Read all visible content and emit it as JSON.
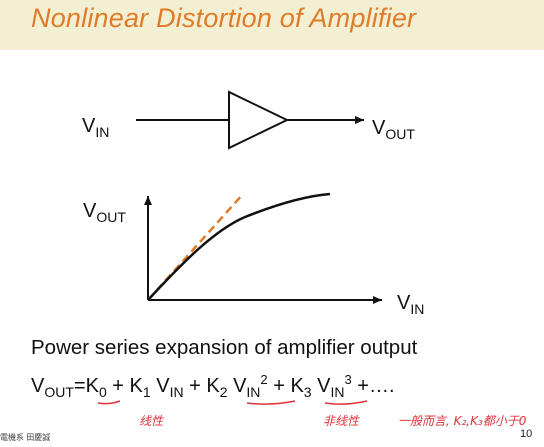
{
  "title": "Nonlinear Distortion of Amplifier",
  "amplifier": {
    "input_label_main": "V",
    "input_label_sub": "IN",
    "output_label_main": "V",
    "output_label_sub": "OUT"
  },
  "plot": {
    "y_label_main": "V",
    "y_label_sub": "OUT",
    "x_label_main": "V",
    "x_label_sub": "IN"
  },
  "series_title": "Power series expansion of amplifier output",
  "equation": {
    "lhs_main": "V",
    "lhs_sub": "OUT",
    "eq": "=",
    "k0": "K",
    "k0_sub": "0",
    "plus1": " + ",
    "k1": "K",
    "k1_sub": "1",
    "vin1": " V",
    "vin1_sub": "IN",
    "plus2": " + ",
    "k2": "K",
    "k2_sub": "2",
    "vin2": " V",
    "vin2_sub": "IN",
    "vin2_sup": "2",
    "plus3": " + ",
    "k3": "K",
    "k3_sub": "3",
    "vin3": " V",
    "vin3_sub": "IN",
    "vin3_sup": "3",
    "tail": " +…."
  },
  "annotations": {
    "linear": "线性",
    "nonlinear": "非线性",
    "general": "一般而言, K₂,K₃都小于0"
  },
  "footer": {
    "left": "電機系 田慶誠",
    "page": "10"
  },
  "colors": {
    "title": "#e07b27",
    "title_band": "#f2efd3",
    "annotation": "#e0323a",
    "dashed_line": "#e07b27"
  }
}
